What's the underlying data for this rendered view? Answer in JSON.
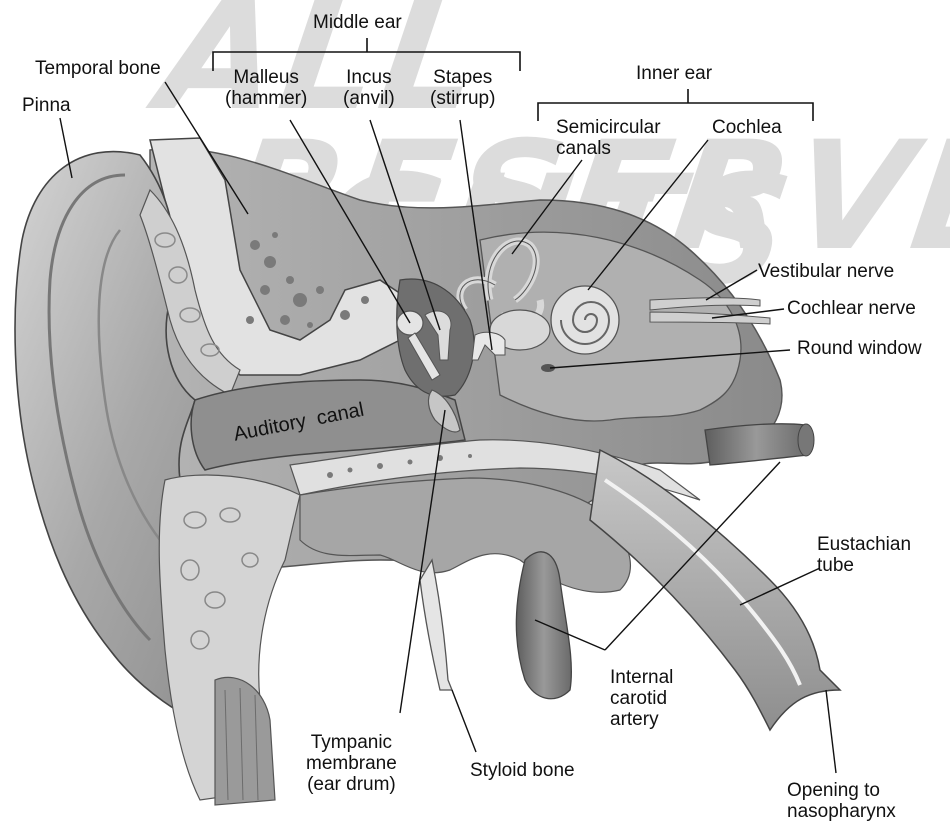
{
  "watermark": {
    "line1": "ALL RIGHTS",
    "line2": "RESERVED"
  },
  "groups": {
    "middle_ear": "Middle ear",
    "inner_ear": "Inner ear"
  },
  "labels": {
    "temporal_bone": "Temporal bone",
    "pinna": "Pinna",
    "malleus": "Malleus\n(hammer)",
    "incus": "Incus\n(anvil)",
    "stapes": "Stapes\n(stirrup)",
    "semicircular_canals": "Semicircular\ncanals",
    "cochlea": "Cochlea",
    "vestibular_nerve": "Vestibular nerve",
    "cochlear_nerve": "Cochlear nerve",
    "round_window": "Round window",
    "auditory_canal": "Auditory  canal",
    "eustachian_tube": "Eustachian\ntube",
    "internal_carotid_artery": "Internal\ncarotid\nartery",
    "tympanic_membrane": "Tympanic\nmembrane\n(ear drum)",
    "styloid_bone": "Styloid bone",
    "opening_to_nasopharynx": "Opening to\nnasopharynx"
  },
  "colors": {
    "tissue": "#9a9a9a",
    "tissue_light": "#c4c4c4",
    "tissue_dark": "#6e6e6e",
    "bone": "#dadada",
    "leader": "#111111"
  }
}
